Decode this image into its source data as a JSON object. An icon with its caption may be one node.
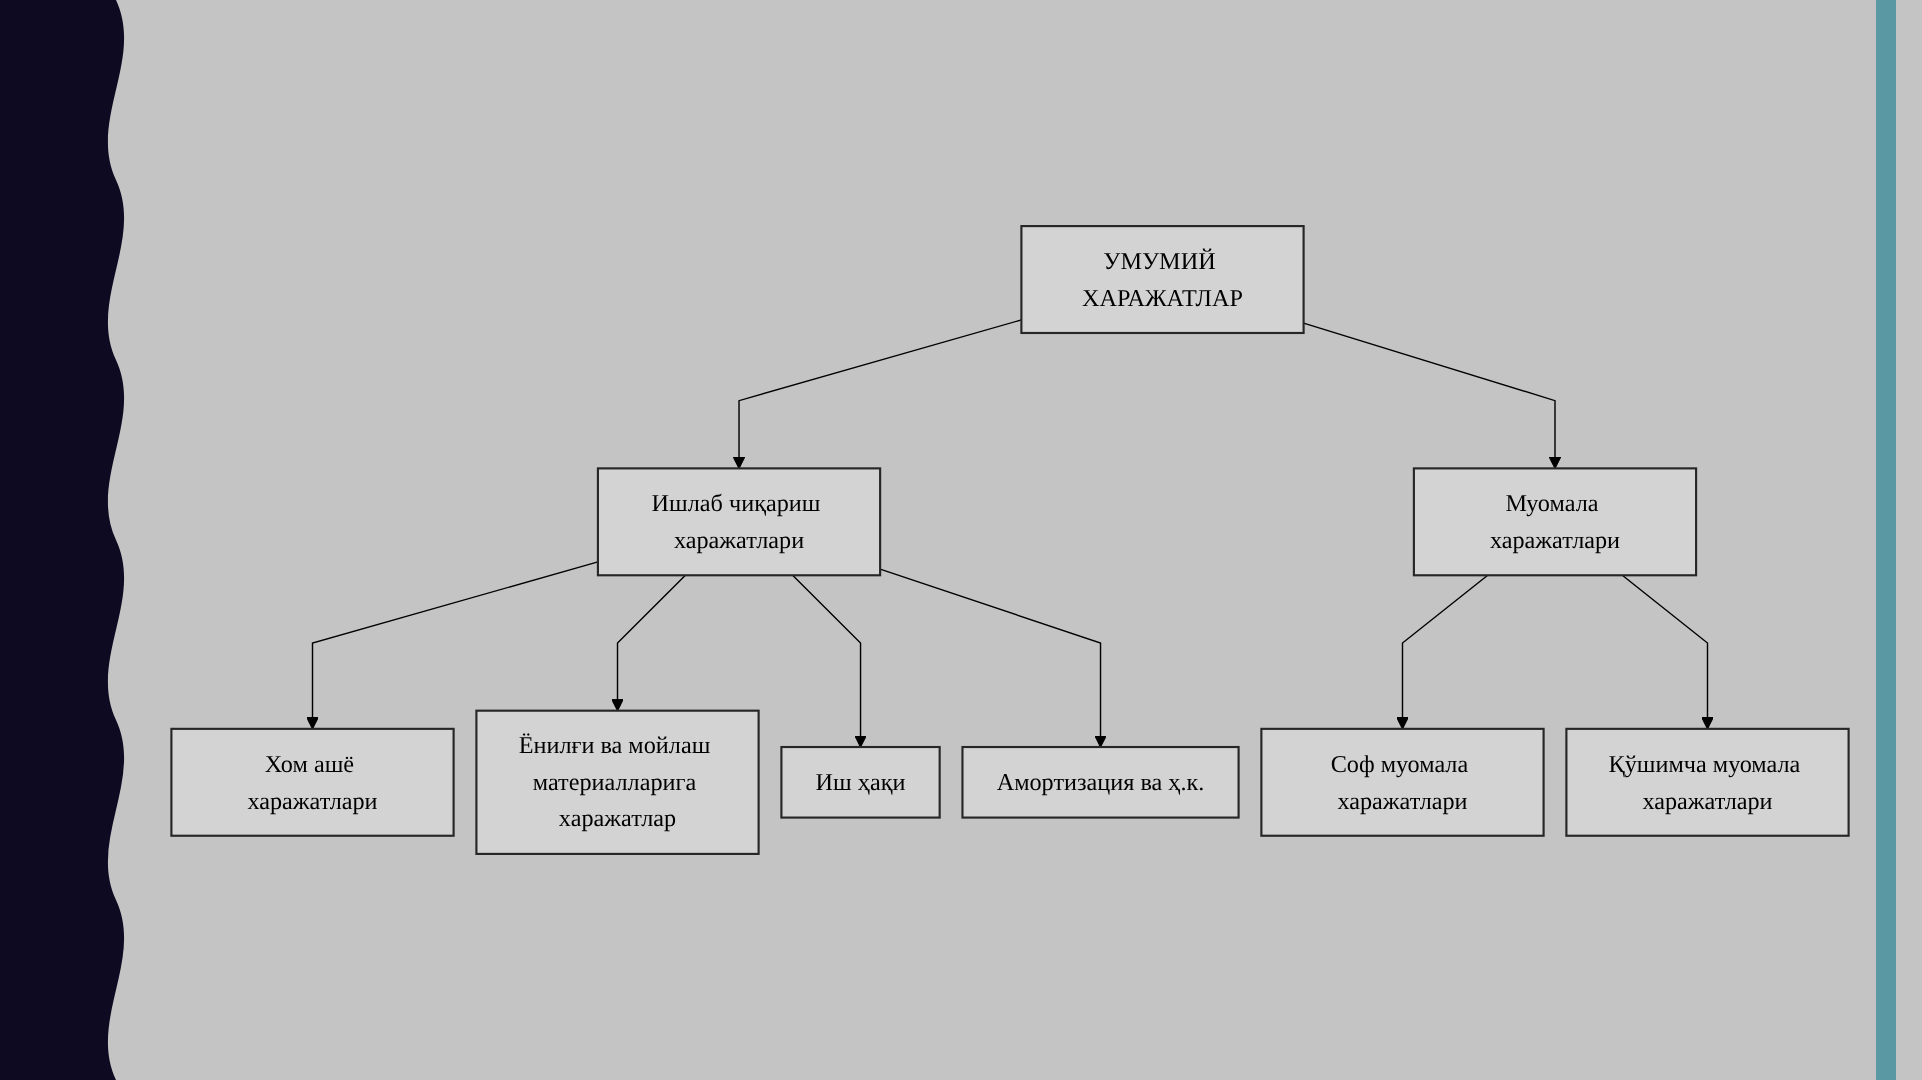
{
  "diagram": {
    "nodes": [
      {
        "text": [
          "УМУМИЙ ХАРАЖАТЛАР"
        ]
      },
      {
        "text": [
          "Ишлаб чиқариш харажатлари"
        ]
      },
      {
        "text": [
          "Муомала харажатлари"
        ]
      },
      {
        "text": [
          "Хом ашё харажатлари"
        ]
      },
      {
        "text": [
          "Ёнилғи ва мойлаш материалларига харажатлар"
        ]
      },
      {
        "text": [
          "Соф муомала харажатлари"
        ]
      },
      {
        "text": [
          "Иш ҳақи"
        ]
      },
      {
        "text": [
          "Амортизация ва ҳ.к."
        ]
      },
      {
        "text": [
          "Қўшимча муомала харажатлари"
        ]
      }
    ],
    "edges": [
      {
        "from": 0,
        "to": 1,
        "arrow": "to"
      },
      {
        "from": 0,
        "to": 2,
        "arrow": "to"
      },
      {
        "from": 1,
        "to": 3,
        "arrow": "to"
      },
      {
        "from": 1,
        "to": 4,
        "arrow": "to"
      },
      {
        "from": 1,
        "to": 6,
        "arrow": "to"
      },
      {
        "from": 1,
        "to": 7,
        "arrow": "to"
      },
      {
        "from": 2,
        "to": 5,
        "arrow": "to"
      },
      {
        "from": 2,
        "to": 8,
        "arrow": "to"
      }
    ]
  }
}
